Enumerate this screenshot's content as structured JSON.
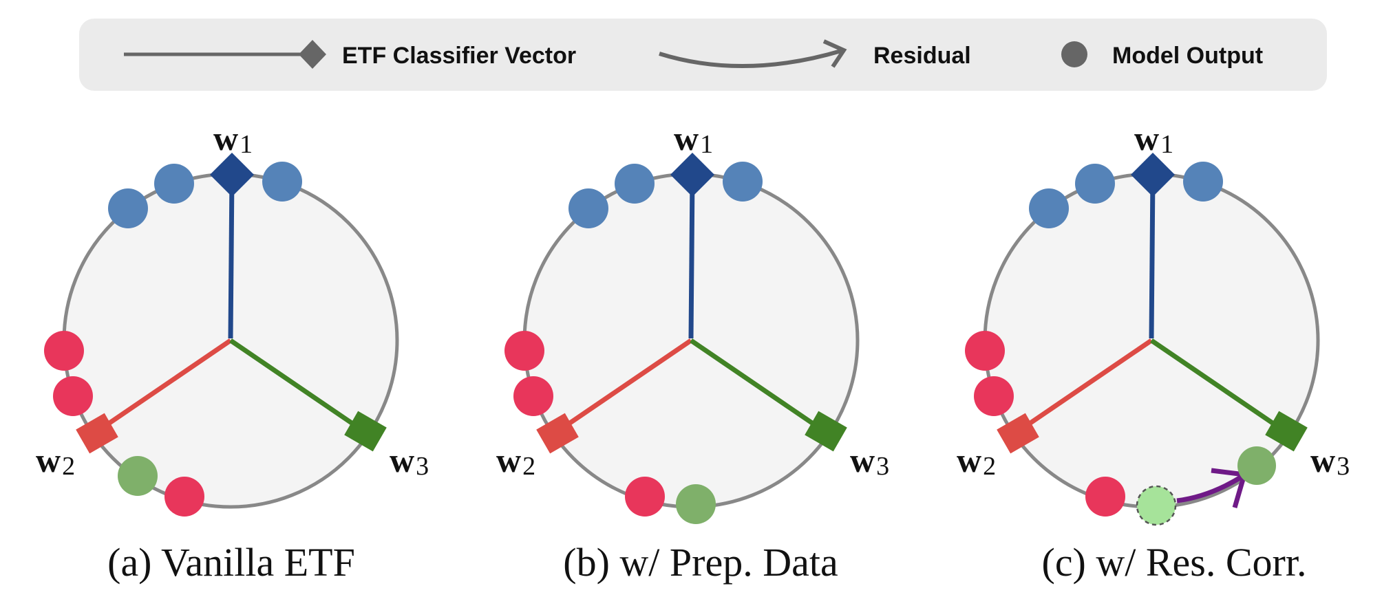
{
  "legend": {
    "etf_vector_label": "ETF Classifier Vector",
    "residual_label": "Residual",
    "model_output_label": "Model Output"
  },
  "vectors": {
    "w1": {
      "base": "w",
      "sub": "1"
    },
    "w2": {
      "base": "w",
      "sub": "2"
    },
    "w3": {
      "base": "w",
      "sub": "3"
    }
  },
  "panels": [
    {
      "caption": "(a) Vanilla ETF"
    },
    {
      "caption": "(b) w/ Prep. Data"
    },
    {
      "caption": "(c) w/ Res. Corr."
    }
  ],
  "colors": {
    "class1": "#5583b8",
    "class2": "#e8365b",
    "class3": "#7fb06a",
    "vector1": "#21488b",
    "vector2": "#dd4b45",
    "vector3": "#418325",
    "residual_arrow": "#6f1a87",
    "circle_stroke": "#888888",
    "circle_fill": "#f4f4f4",
    "legend_bg": "#ebebeb",
    "legend_glyph": "#666666",
    "corrected_from_fill": "#a6e39a"
  }
}
